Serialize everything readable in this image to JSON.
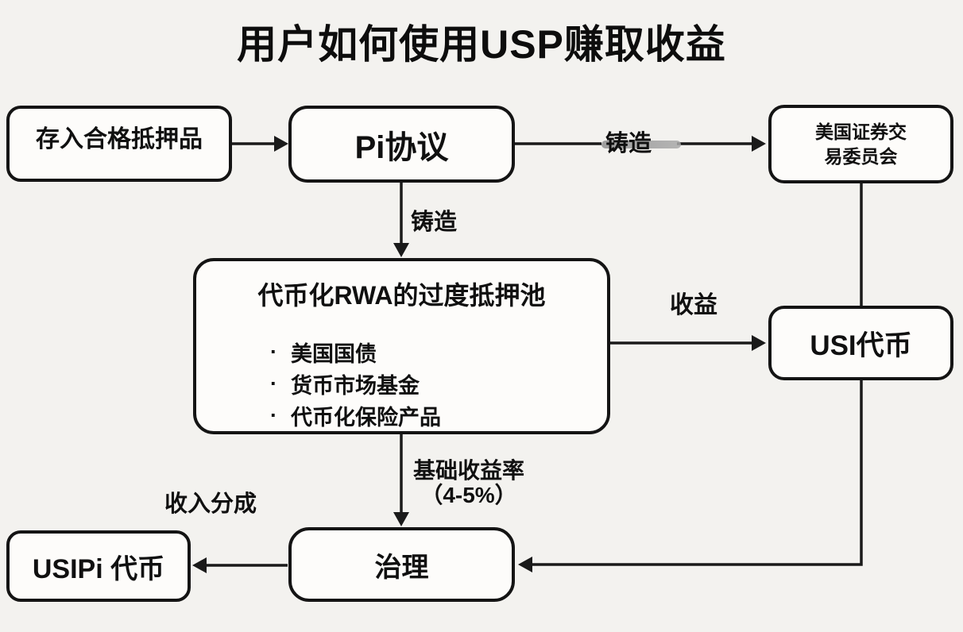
{
  "title": "用户如何使用USP赚取收益",
  "nodes": {
    "deposit": {
      "label": "存入合格抵押品"
    },
    "pi_protocol": {
      "label": "Pi协议"
    },
    "sec": {
      "label": "美国证券交\n易委员会"
    },
    "pool": {
      "title": "代币化RWA的过度抵押池",
      "bullet": "·",
      "items": [
        "美国国债",
        "货币市场基金",
        "代币化保险产品"
      ]
    },
    "usi_token": {
      "label": "USI代币"
    },
    "governance": {
      "label": "治理"
    },
    "usipi_token": {
      "label": "USIPi 代币"
    }
  },
  "edges": {
    "mint_to_sec": "铸造",
    "mint_to_pool": "铸造",
    "yield_to_usi": "收益",
    "base_yield": "基础收益率\n（4-5%）",
    "revenue_share": "收入分成"
  },
  "colors": {
    "ink": "#141414",
    "background": "#f3f2ef",
    "box_fill": "#fdfcfa",
    "smudge": "#9b9b9b"
  }
}
